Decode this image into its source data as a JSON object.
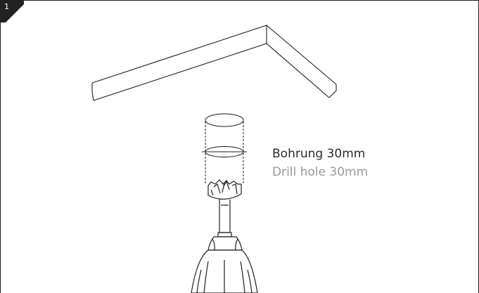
{
  "step": {
    "number": "1"
  },
  "labels": {
    "primary": "Bohrung 30mm",
    "secondary": "Drill hole 30mm"
  },
  "colors": {
    "line": "#1e1e1e",
    "badge": "#222222",
    "primary_text": "#2a2a2a",
    "secondary_text": "#9a9a9a"
  }
}
